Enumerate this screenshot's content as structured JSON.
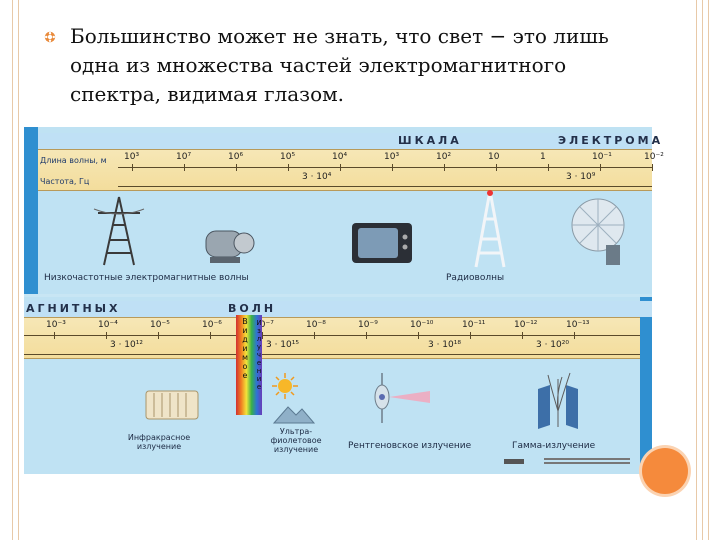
{
  "slide": {
    "bullet_lines": [
      "Большинство может не знать, что свет − это лишь",
      "одна из множества частей электромагнитного",
      "спектра, видимая глазом."
    ],
    "accent_color": "#f58a3c"
  },
  "poster": {
    "top_title_1": "ШКАЛА",
    "top_title_2": "ЭЛЕКТРОМА",
    "bottom_title_1": "АГНИТНЫХ",
    "bottom_title_2": "ВОЛН",
    "row_wavelength_label": "Длина волны, м",
    "row_frequency_label": "Частота, Гц",
    "top_wavelengths": [
      "10³",
      "10⁷",
      "10⁶",
      "10⁵",
      "10⁴",
      "10³",
      "10²",
      "10",
      "1",
      "10⁻¹",
      "10⁻²"
    ],
    "top_frequencies": [
      "3 · 10⁴",
      "3 · 10⁹"
    ],
    "bottom_wavelengths": [
      "10⁻³",
      "10⁻⁴",
      "10⁻⁵",
      "10⁻⁶",
      "10⁻⁷",
      "10⁻⁸",
      "10⁻⁹",
      "10⁻¹⁰",
      "10⁻¹¹",
      "10⁻¹²",
      "10⁻¹³"
    ],
    "bottom_frequencies": [
      "3 · 10¹²",
      "3 · 10¹⁵",
      "3 · 10¹⁸",
      "3 · 10²⁰"
    ],
    "captions": {
      "low_freq": "Низкочастотные электромагнитные волны",
      "radio": "Радиоволны",
      "infrared": "Инфракрасное излучение",
      "ultraviolet": "Ультра-фиолетовое излучение",
      "xray": "Рентгеновское излучение",
      "gamma": "Гамма-излучение"
    },
    "visible_letters": "Видимое",
    "uv_letters": "Излучение",
    "icons": [
      "power-tower-icon",
      "generator-icon",
      "tv-icon",
      "radio-tower-icon",
      "satellite-dish-icon",
      "radiator-icon",
      "sun-icon",
      "mountain-icon",
      "xray-tube-icon",
      "gamma-plates-icon"
    ]
  }
}
